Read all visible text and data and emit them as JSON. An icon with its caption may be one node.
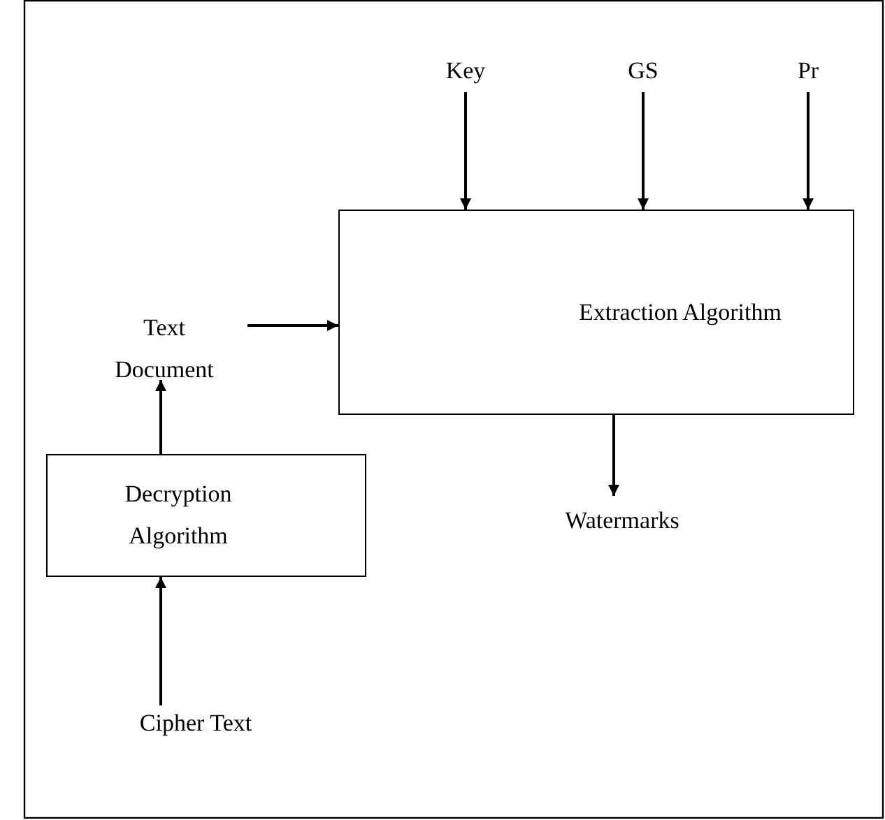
{
  "diagram": {
    "nodes": [
      {
        "text": [
          "Key"
        ]
      },
      {
        "text": [
          "GS"
        ]
      },
      {
        "text": [
          "Pr"
        ]
      },
      {
        "text": [
          "Extraction Algorithm"
        ]
      },
      {
        "text": [
          "Text Document"
        ]
      },
      {
        "text": [
          "Decryption Algorithm"
        ]
      },
      {
        "text": [
          "Cipher Text"
        ]
      },
      {
        "text": [
          "Watermarks"
        ]
      }
    ],
    "edges": [
      {
        "from": 0,
        "to": 3,
        "arrow": "to"
      },
      {
        "from": 1,
        "to": 3,
        "arrow": "to"
      },
      {
        "from": 2,
        "to": 3,
        "arrow": "to"
      },
      {
        "from": 4,
        "to": 3,
        "arrow": "to"
      },
      {
        "from": 5,
        "to": 4,
        "arrow": "to"
      },
      {
        "from": 3,
        "to": 7,
        "arrow": "to"
      },
      {
        "from": 6,
        "to": 5,
        "arrow": "to"
      }
    ]
  }
}
